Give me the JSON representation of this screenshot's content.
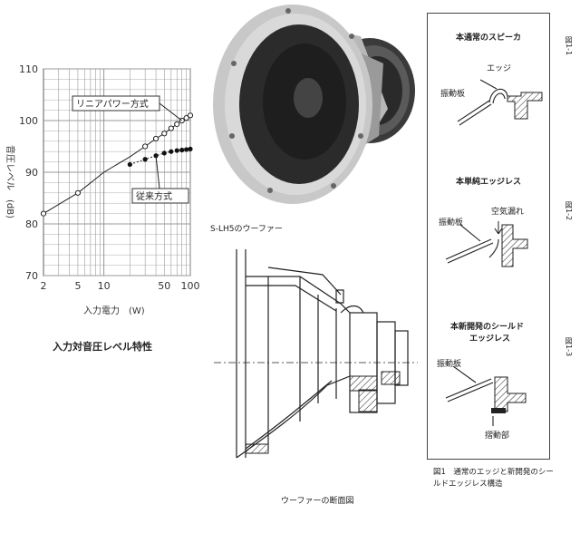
{
  "chart_data": {
    "type": "line",
    "title": "入力対音圧レベル特性",
    "xlabel": "入力電力　(W)",
    "ylabel": "音圧レベル　(dB)",
    "xscale": "log",
    "xlim": [
      2,
      100
    ],
    "ylim": [
      70,
      110
    ],
    "x_ticks": [
      "2",
      "5",
      "10",
      "50",
      "100"
    ],
    "y_ticks": [
      "70",
      "80",
      "90",
      "100",
      "110"
    ],
    "grid": true,
    "series": [
      {
        "name": "リニアパワー方式",
        "marker": "open-circle",
        "x": [
          2,
          5,
          10,
          20,
          30,
          40,
          50,
          60,
          70,
          80,
          90,
          100
        ],
        "y": [
          82,
          86,
          90,
          93,
          95,
          96.5,
          97.5,
          98.5,
          99.3,
          100,
          100.5,
          101
        ]
      },
      {
        "name": "従来方式",
        "marker": "filled-circle",
        "x": [
          20,
          30,
          40,
          50,
          60,
          70,
          80,
          90,
          100
        ],
        "y": [
          91.5,
          92.5,
          93.2,
          93.7,
          94,
          94.2,
          94.3,
          94.4,
          94.5
        ]
      }
    ]
  },
  "photo_caption": "S-LH5のウーファー",
  "section_caption": "ウーファーの断面図",
  "figure": {
    "panel1": {
      "title": "本通常のスピーカ",
      "label_edge": "エッジ",
      "label_diaphragm": "振動板",
      "side": "図1-1"
    },
    "panel2": {
      "title": "本単純エッジレス",
      "label_air": "空気漏れ",
      "label_diaphragm": "振動板",
      "side": "図1-2"
    },
    "panel3": {
      "title_line1": "本新開発のシールド",
      "title_line2": "エッジレス",
      "label_diaphragm": "振動板",
      "label_slide": "摺動部",
      "side": "図1-3"
    },
    "caption_line1": "図1　通常のエッジと新開発のシー",
    "caption_line2": "ルドエッジレス構造"
  }
}
